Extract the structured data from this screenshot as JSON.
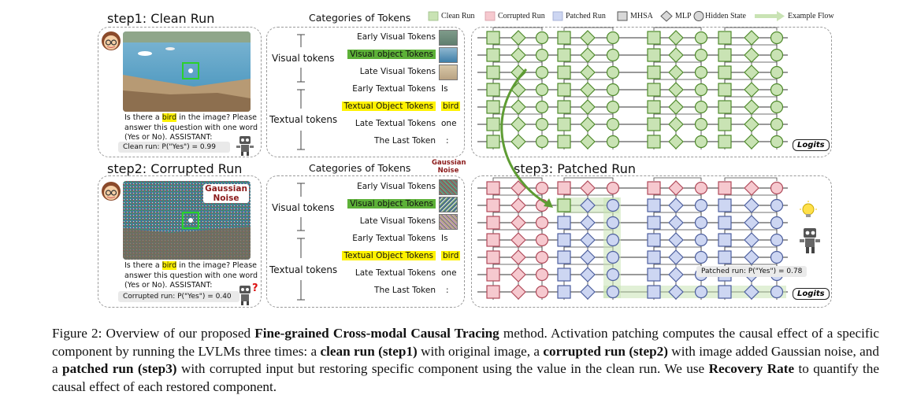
{
  "step1": {
    "title": "step1: Clean Run",
    "question_pre": "Is there a ",
    "question_highlight": "bird",
    "question_post": " in the image? Please answer this question with one word (Yes or No). ASSISTANT:",
    "prob": "Clean run: P(\"Yes\") = 0.99"
  },
  "step2": {
    "title": "step2: Corrupted Run",
    "noise_label": "Gaussian Noise",
    "question_pre": "Is there a ",
    "question_highlight": "bird",
    "question_post": " in the image? Please answer this question with one word (Yes or No). ASSISTANT:",
    "prob": "Corrupted run: P(\"Yes\") = 0.40"
  },
  "step3": {
    "title": "step3: Patched Run",
    "prob": "Patched run: P(\"Yes\") = 0.78",
    "logits": "Logits"
  },
  "categories": {
    "title": "Categories of Tokens",
    "visual_group": "Visual tokens",
    "textual_group": "Textual tokens",
    "tokens": [
      {
        "label": "Early Visual Tokens",
        "value": ""
      },
      {
        "label": "Visual object Tokens",
        "value": ""
      },
      {
        "label": "Late Visual Tokens",
        "value": ""
      },
      {
        "label": "Early Textual Tokens",
        "value": "Is"
      },
      {
        "label": "Textual Object Tokens",
        "value": "bird"
      },
      {
        "label": "Late Textual Tokens",
        "value": "one"
      },
      {
        "label": "The Last Token",
        "value": ":"
      }
    ],
    "gaussian_small": "Gaussian Noise"
  },
  "legend": {
    "clean": "Clean Run",
    "corrupted": "Corrupted Run",
    "patched": "Patched Run",
    "mhsa": "MHSA",
    "mlp": "MLP",
    "hidden": "Hidden State",
    "flow": "Example Flow"
  },
  "grid": {
    "logits": "Logits"
  },
  "colors": {
    "clean_fill": "#c9e3b4",
    "clean_stroke": "#4f8a2c",
    "corrupted_fill": "#f6c9cf",
    "corrupted_stroke": "#b04a5a",
    "patched_fill": "#cdd6f2",
    "patched_stroke": "#4d5f9e",
    "object_green": "#5db138",
    "highlight_yellow": "#fff200"
  },
  "caption": {
    "lead": "Figure 2: Overview of our proposed ",
    "method": "Fine-grained Cross-modal Causal Tracing",
    "p1": " method. Activation patching computes the causal effect of a specific component by running the LVLMs three times: a ",
    "clean": "clean run (step1)",
    "p2": " with original image, a ",
    "corrupted": "corrupted run (step2)",
    "p3": " with image added Gaussian noise, and a ",
    "patched": "patched run (step3)",
    "p4": " with corrupted input but restoring specific component using the value in the clean run. We use ",
    "rr": "Recovery Rate",
    "p5": " to quantify the causal effect of each restored component."
  }
}
